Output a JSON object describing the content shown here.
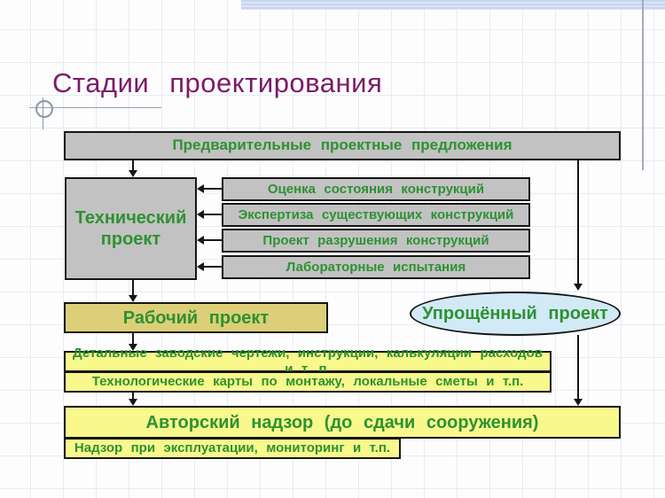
{
  "slide": {
    "title": "Стадии проектирования",
    "colors": {
      "title_text": "#7c1a67",
      "diagram_text_green": "#2e9132",
      "box_gray": "#c2c2c2",
      "box_tan": "#dccf78",
      "box_yellow": "#f8f88d",
      "ellipse_blue": "#d2eaf6",
      "top_accent_strip": "#c7d4f0",
      "border_black": "#161616"
    }
  },
  "diagram": {
    "top_box": "Предварительные проектные предложения",
    "tech_box": "Технический проект",
    "analysis_boxes": [
      "Оценка состояния конструкций",
      "Экспертиза существующих конструкций",
      "Проект разрушения конструкций",
      "Лабораторные испытания"
    ],
    "working_box": "Рабочий проект",
    "simplified_ellipse": "Упрощённый проект",
    "detail_box": "Детальные заводские чертежи, инструкции, калькуляции расходов и т. п.",
    "tech_cards_box": "Технологические карты по монтажу, локальные сметы и т.п.",
    "supervision_box": "Авторский надзор (до сдачи сооружения)",
    "monitoring_box": "Надзор при эксплуатации, мониторинг и т.п."
  }
}
